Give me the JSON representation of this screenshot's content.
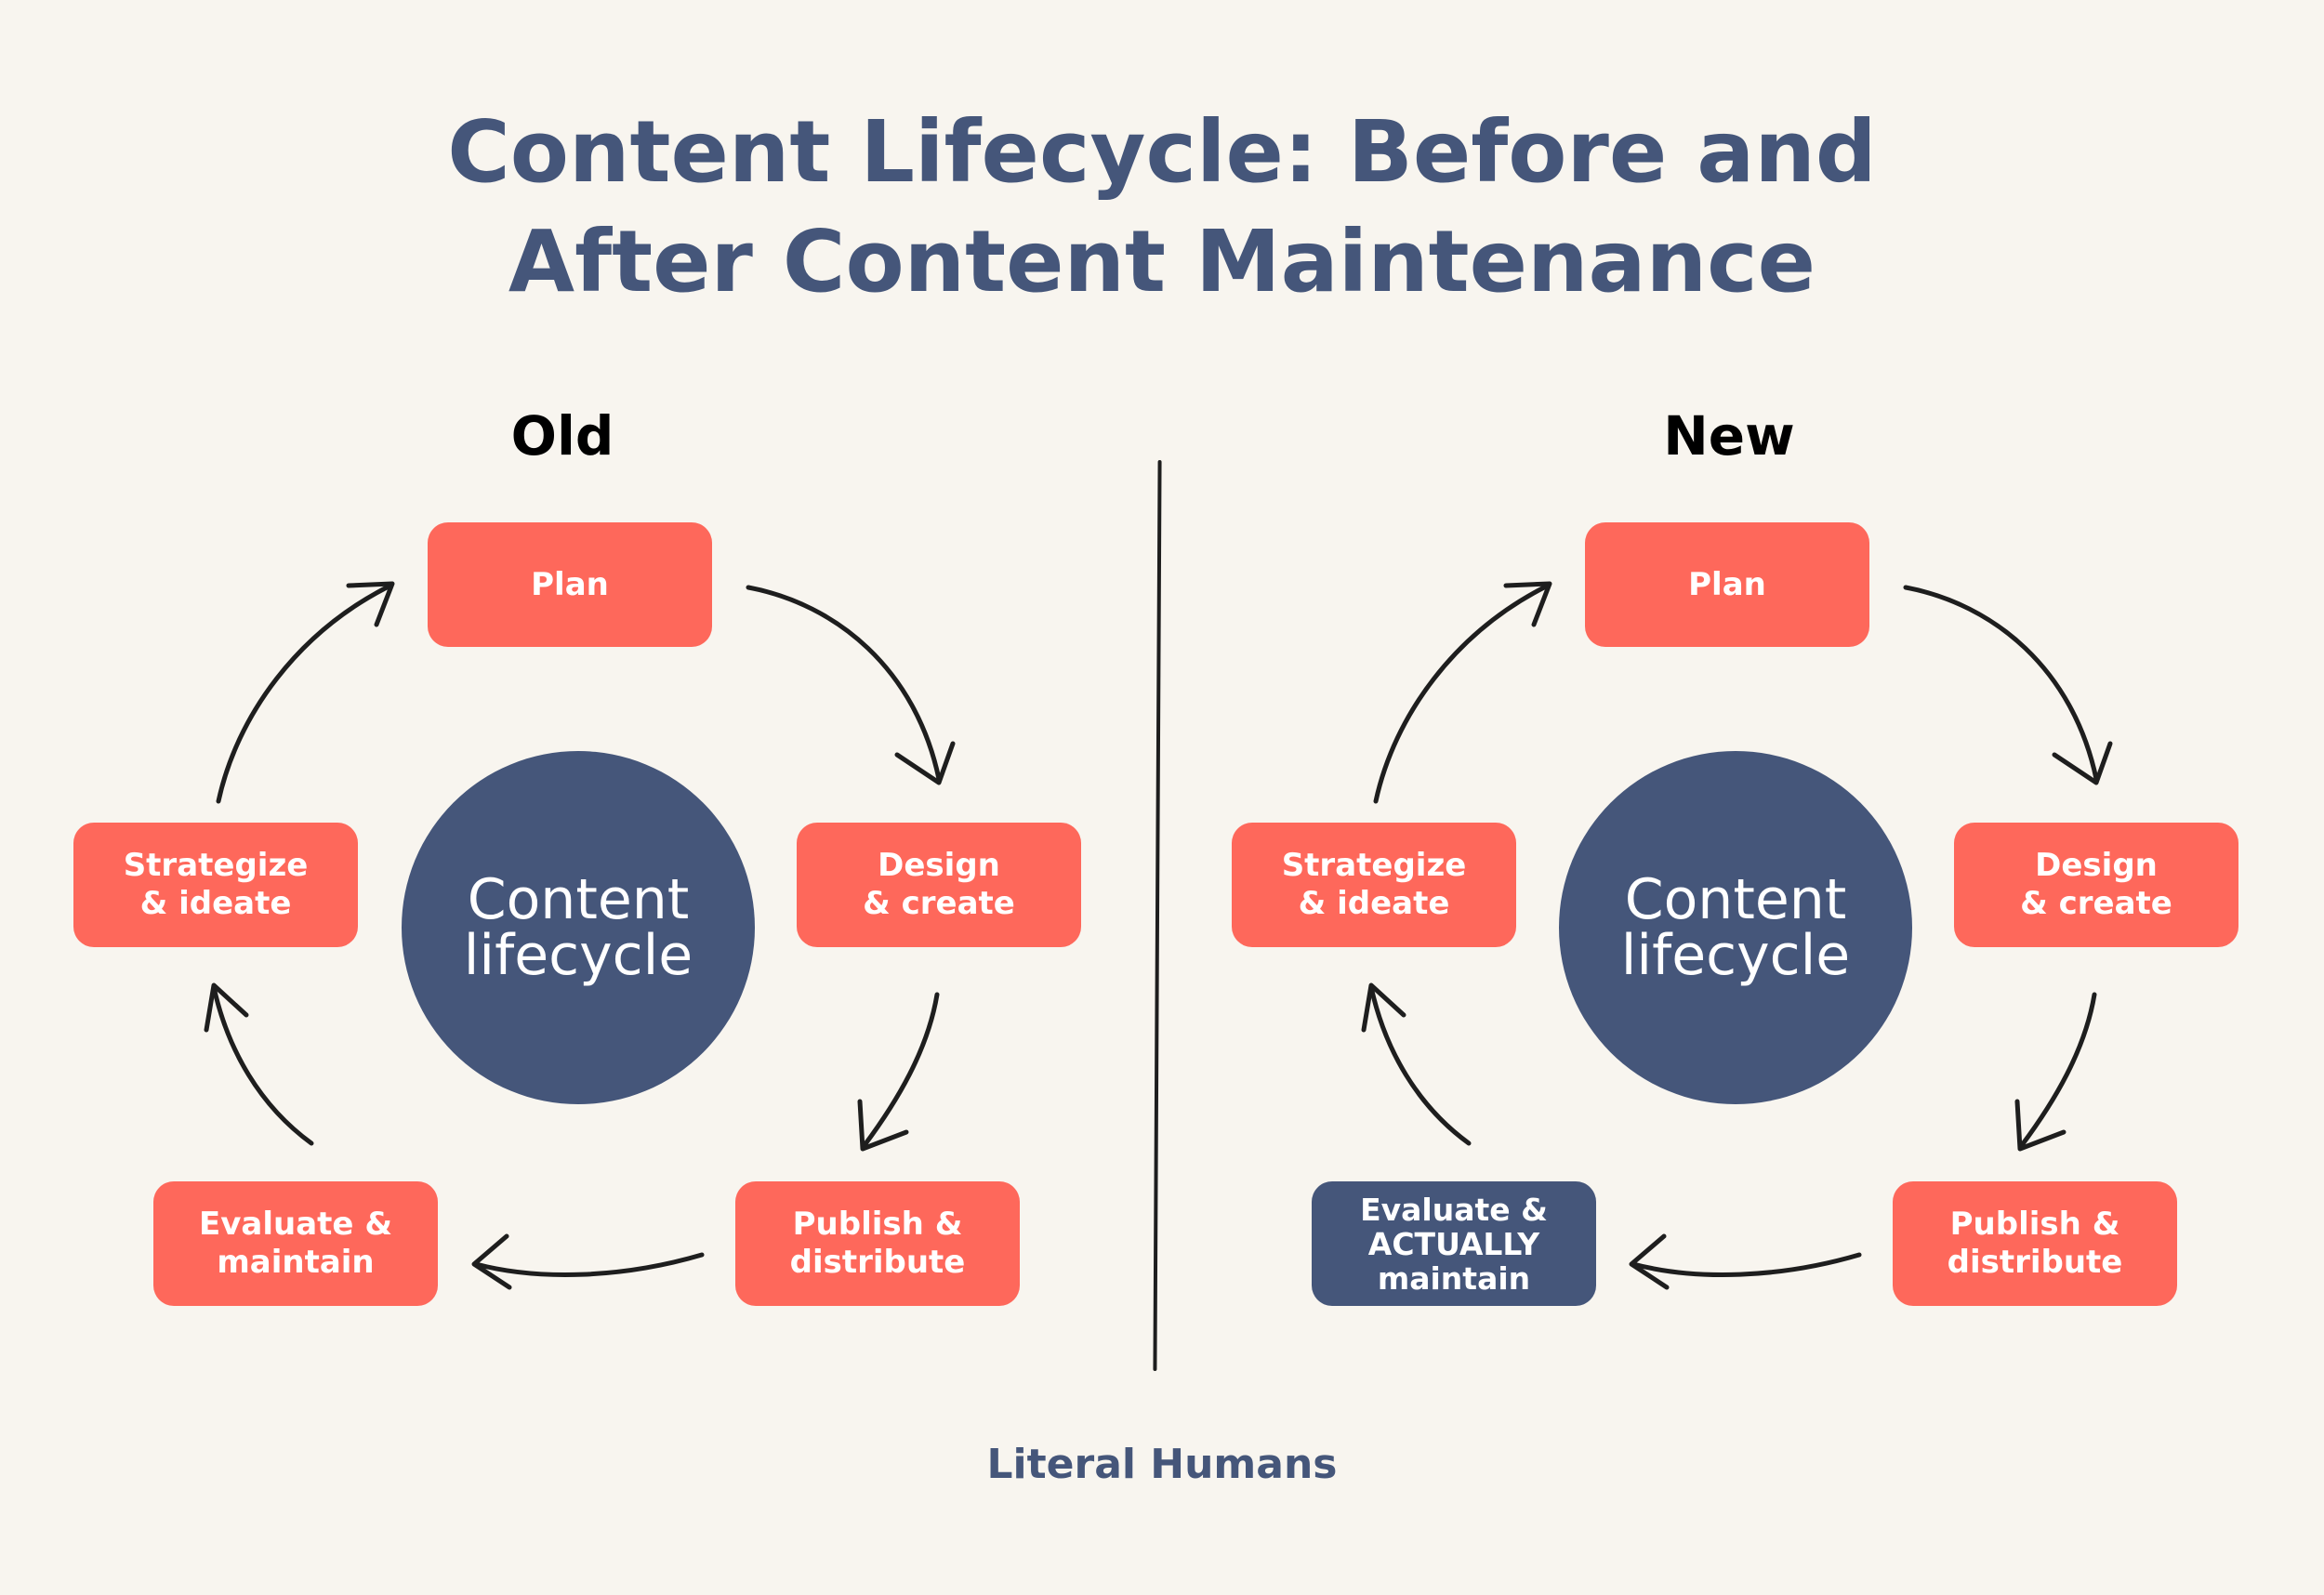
{
  "title": {
    "line1": "Content Lifecycle: Before and",
    "line2": "After Content Maintenance"
  },
  "old": {
    "label": "Old",
    "center": {
      "line1": "Content",
      "line2": "lifecycle"
    },
    "plan": "Plan",
    "design": {
      "line1": "Design",
      "line2": "& create"
    },
    "publish": {
      "line1": "Publish &",
      "line2": "distribute"
    },
    "evaluate": {
      "line1": "Evaluate &",
      "line2": "maintain"
    },
    "strategize": {
      "line1": "Strategize",
      "line2": "& ideate"
    }
  },
  "new": {
    "label": "New",
    "center": {
      "line1": "Content",
      "line2": "lifecycle"
    },
    "plan": "Plan",
    "design": {
      "line1": "Design",
      "line2": "& create"
    },
    "publish": {
      "line1": "Publish &",
      "line2": "distribute"
    },
    "evaluate": {
      "line1": "Evaluate &",
      "line2": "ACTUALLY",
      "line3": "maintain"
    },
    "strategize": {
      "line1": "Strategize",
      "line2": "& ideate"
    }
  },
  "footer": "Literal Humans",
  "colors": {
    "background": "#f8f5ef",
    "step_box": "#fe685b",
    "accent_navy": "#45567a",
    "arrow": "#1e1e1e"
  }
}
